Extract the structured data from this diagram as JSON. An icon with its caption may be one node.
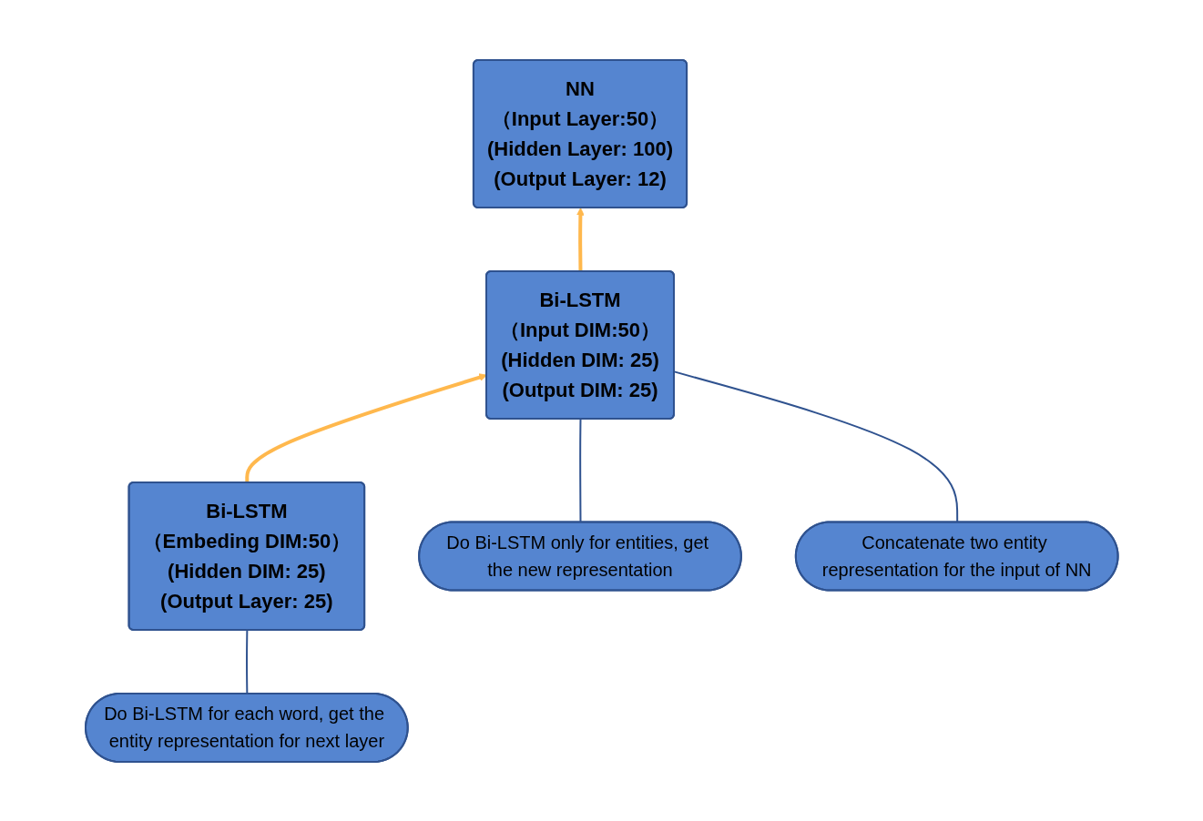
{
  "diagram": {
    "nodes": [
      {
        "text": [
          "NN",
          "（Input Layer:50）",
          "(Hidden Layer: 100)",
          "(Output Layer: 12)"
        ]
      },
      {
        "text": [
          "Bi-LSTM",
          "（Input DIM:50）",
          "(Hidden DIM: 25)",
          "(Output DIM: 25)"
        ]
      },
      {
        "text": [
          "Bi-LSTM",
          "（Embeding DIM:50）",
          "(Hidden DIM: 25)",
          "(Output Layer: 25)"
        ]
      },
      {
        "text": [
          "Do Bi-LSTM only for entities, get the new representation"
        ]
      },
      {
        "text": [
          "Concatenate two entity representation for the input of NN"
        ]
      },
      {
        "text": [
          "Do Bi-LSTM for each word, get the entity representation for next layer"
        ]
      }
    ],
    "edges": [
      {
        "from": 2,
        "to": 1,
        "arrow": "to",
        "style": "thick",
        "color": "#ffb84d"
      },
      {
        "from": 1,
        "to": 0,
        "arrow": "to",
        "style": "thick",
        "color": "#ffb84d"
      },
      {
        "from": 3,
        "to": 1,
        "arrow": "none"
      },
      {
        "from": 4,
        "to": 1,
        "arrow": "none"
      },
      {
        "from": 5,
        "to": 2,
        "arrow": "none"
      }
    ]
  }
}
